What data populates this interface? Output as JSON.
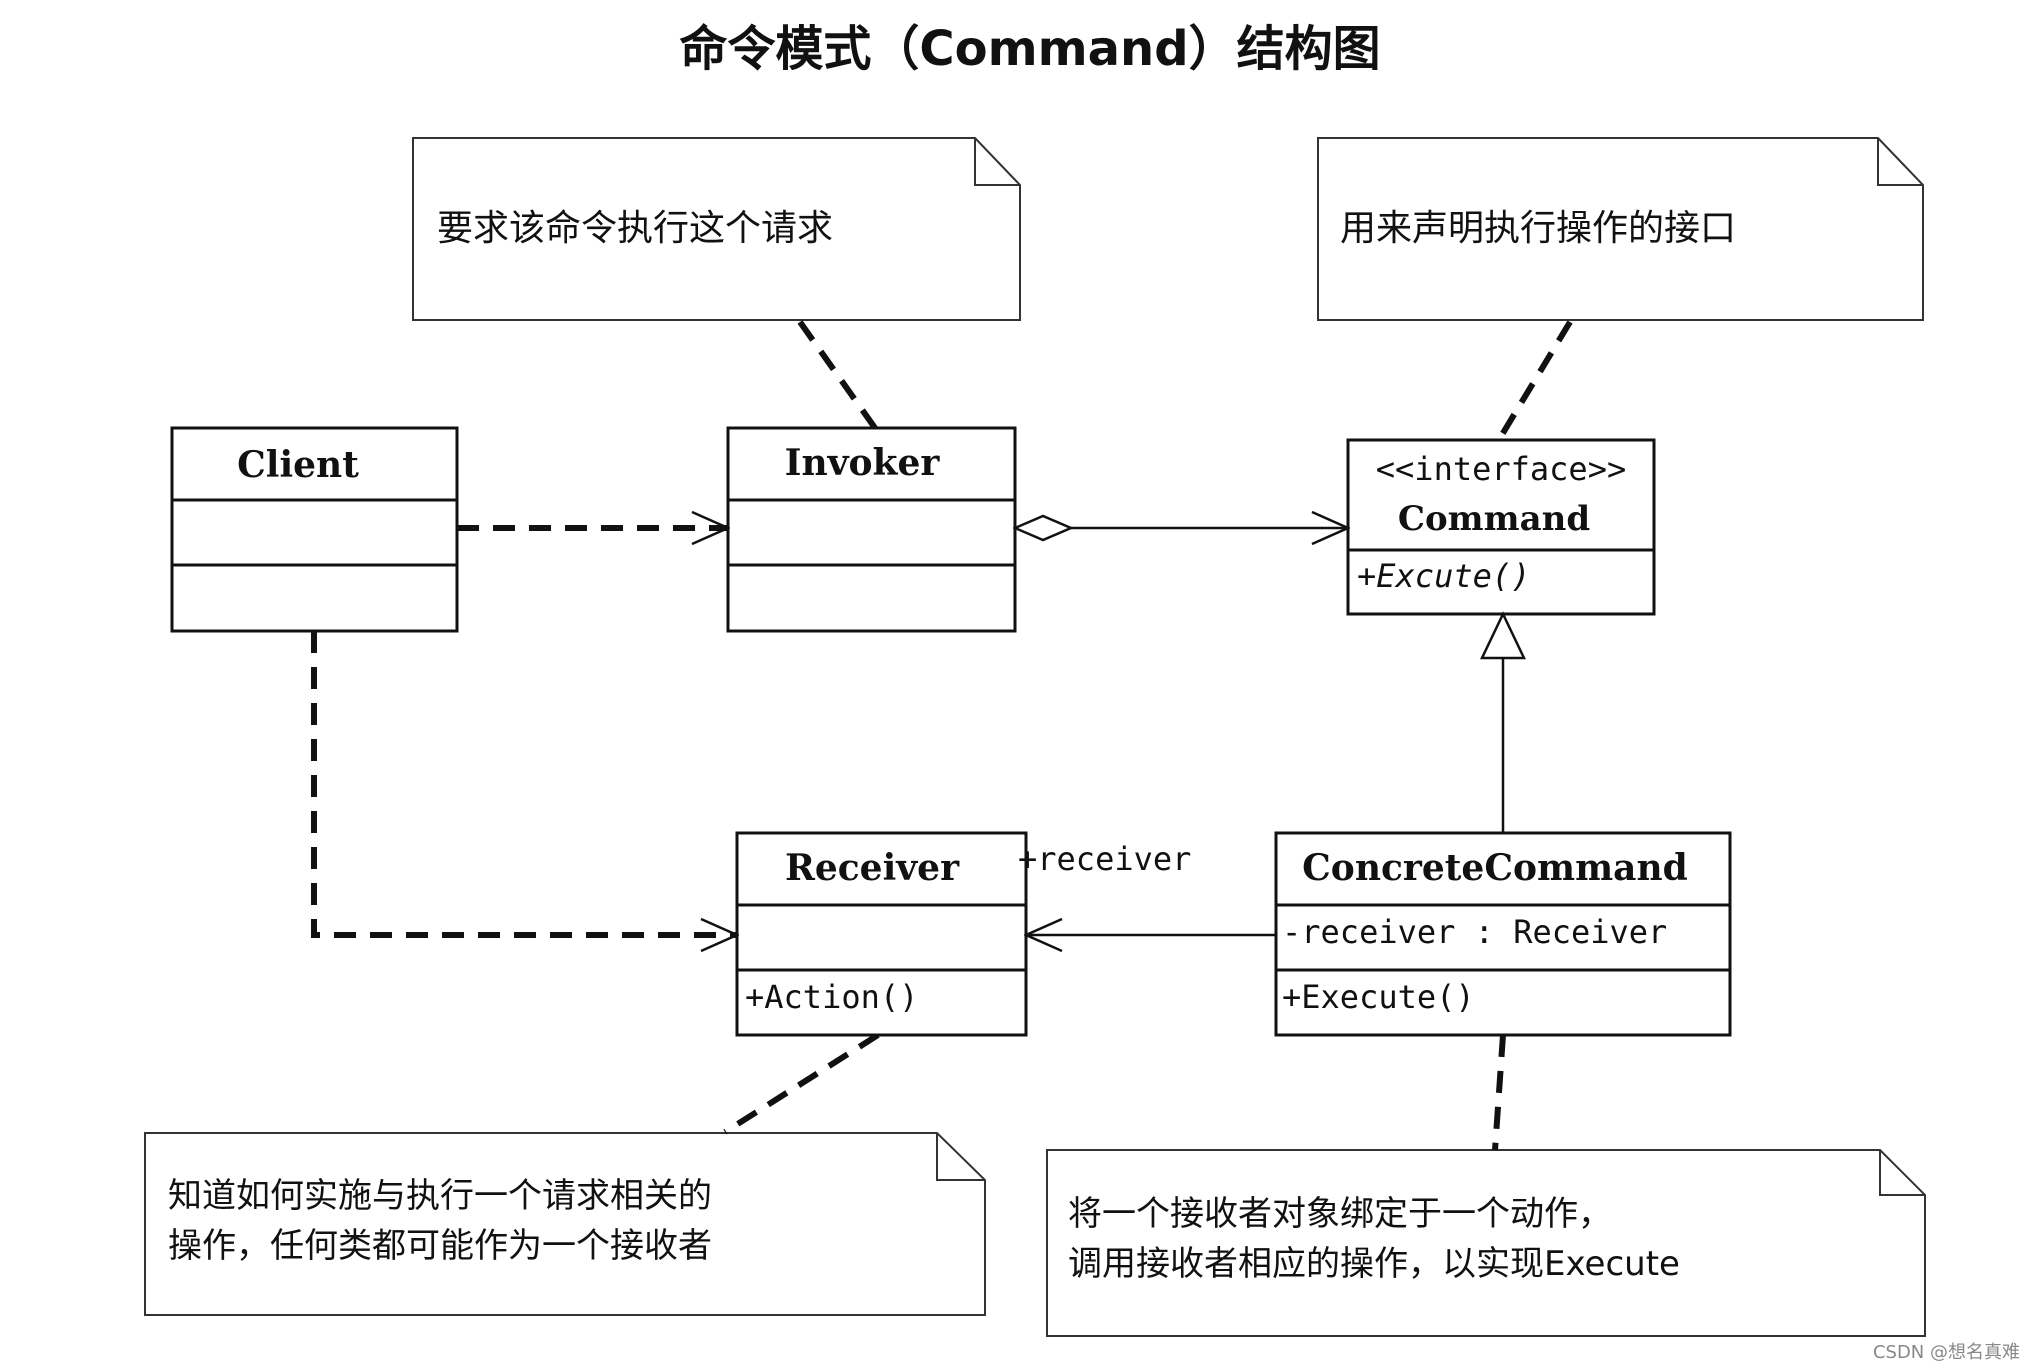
{
  "title": "命令模式（Command）结构图",
  "classes": {
    "client": {
      "name": "Client"
    },
    "invoker": {
      "name": "Invoker"
    },
    "command": {
      "stereotype": "<<interface>>",
      "name": "Command",
      "operation": "+Excute()"
    },
    "receiver": {
      "name": "Receiver",
      "operation": "+Action()"
    },
    "concrete_command": {
      "name": "ConcreteCommand",
      "attribute": "-receiver : Receiver",
      "operation": "+Execute()"
    }
  },
  "association_label": "+receiver",
  "notes": {
    "invoker": {
      "lines": [
        "要求该命令执行这个请求"
      ]
    },
    "command": {
      "lines": [
        "用来声明执行操作的接口"
      ]
    },
    "receiver": {
      "lines": [
        "知道如何实施与执行一个请求相关的",
        "操作，任何类都可能作为一个接收者"
      ]
    },
    "concrete_command": {
      "lines": [
        "将一个接收者对象绑定于一个动作，",
        "调用接收者相应的操作，以实现Execute"
      ]
    }
  },
  "watermark": "CSDN @想名真难"
}
